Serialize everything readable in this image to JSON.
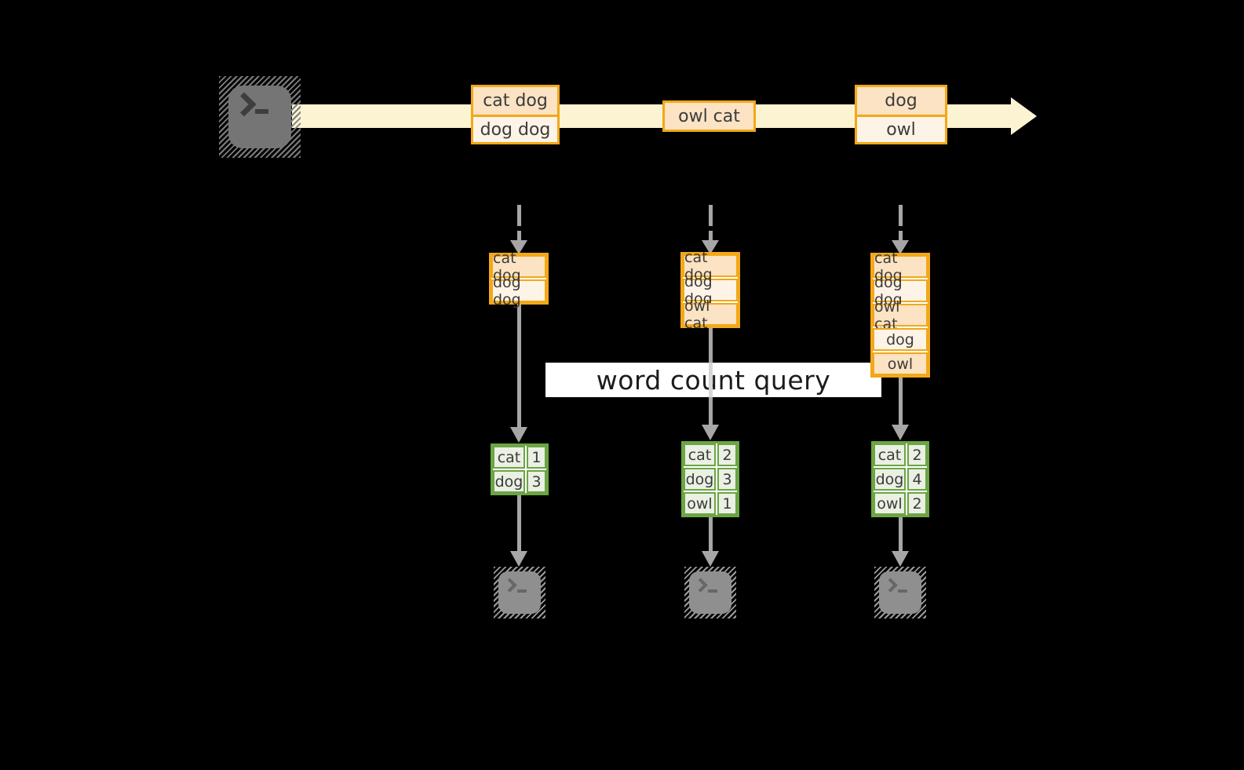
{
  "diagram": {
    "query_label": "word count query",
    "source": {
      "icon": "terminal-icon"
    },
    "stream": {
      "groups": [
        {
          "records": [
            "cat dog",
            "dog dog"
          ]
        },
        {
          "records": [
            "owl cat"
          ]
        },
        {
          "records": [
            "dog",
            "owl"
          ]
        }
      ]
    },
    "columns": [
      {
        "batch": [
          "cat dog",
          "dog dog"
        ],
        "counts": [
          {
            "word": "cat",
            "count": 1
          },
          {
            "word": "dog",
            "count": 3
          }
        ],
        "sink_icon": "terminal-icon"
      },
      {
        "batch": [
          "cat dog",
          "dog dog",
          "owl cat"
        ],
        "counts": [
          {
            "word": "cat",
            "count": 2
          },
          {
            "word": "dog",
            "count": 3
          },
          {
            "word": "owl",
            "count": 1
          }
        ],
        "sink_icon": "terminal-icon"
      },
      {
        "batch": [
          "cat dog",
          "dog dog",
          "owl cat",
          "dog",
          "owl"
        ],
        "counts": [
          {
            "word": "cat",
            "count": 2
          },
          {
            "word": "dog",
            "count": 4
          },
          {
            "word": "owl",
            "count": 2
          }
        ],
        "sink_icon": "terminal-icon"
      }
    ],
    "colors": {
      "amber": "#f2a818",
      "peach-dark": "#fbe3c3",
      "peach-light": "#fdf3e6",
      "cream": "#fcf3d3",
      "green": "#6ca544",
      "green-cell": "#eaf0e3",
      "arrow": "#a6a6a6",
      "ink": "#3b3b3b",
      "banner-bg": "#ffffff",
      "banner-ink": "#1c1c1c",
      "terminal-dark": "#757575",
      "terminal-light": "#8f8f8f"
    }
  }
}
